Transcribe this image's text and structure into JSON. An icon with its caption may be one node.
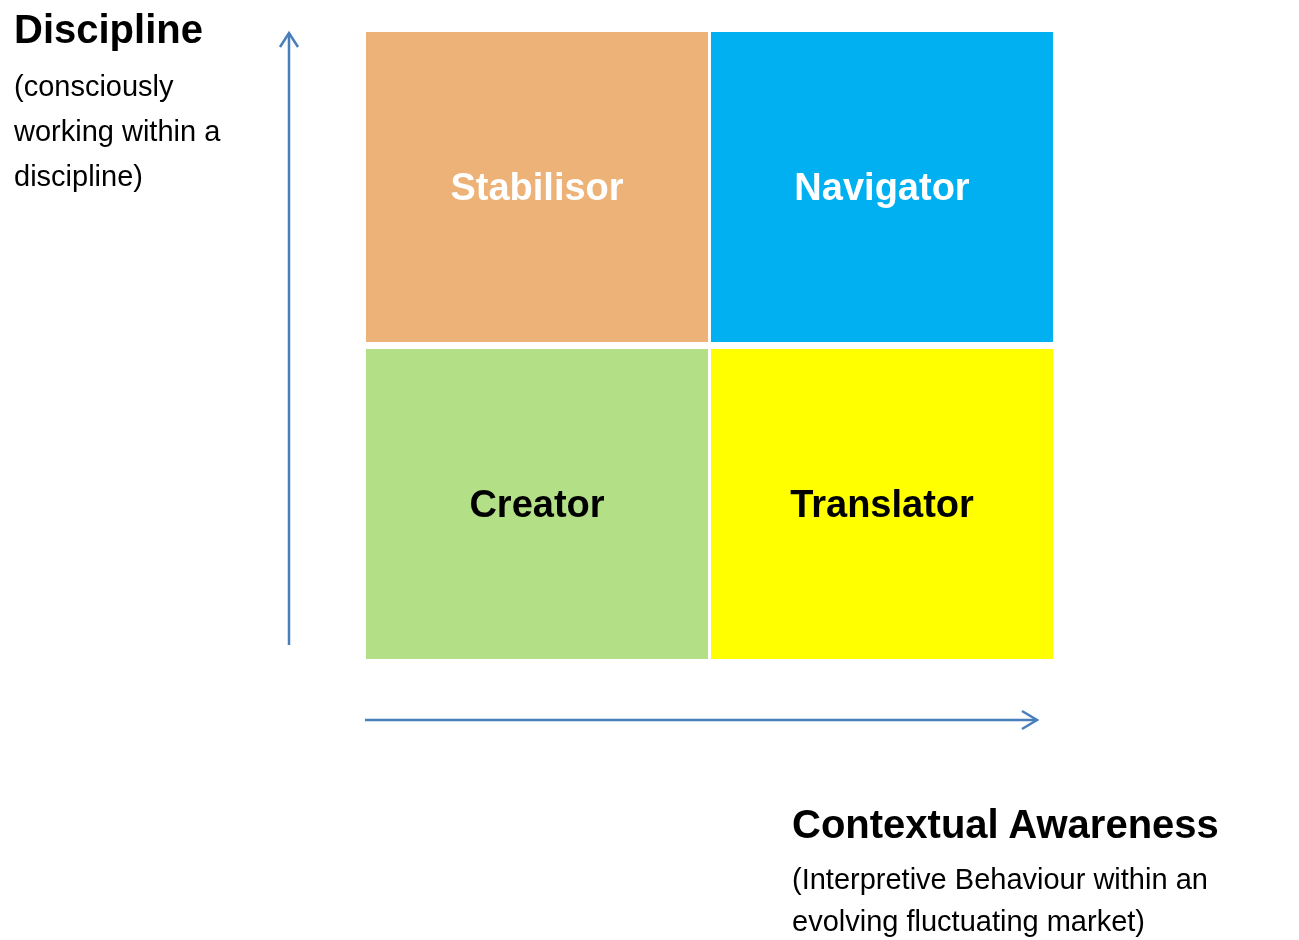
{
  "diagram": {
    "nodes": [
      {
        "text": [
          "Stabilisor"
        ]
      },
      {
        "text": [
          "Navigator"
        ]
      },
      {
        "text": [
          "Creator"
        ]
      },
      {
        "text": [
          "Translator"
        ]
      }
    ],
    "labels": [
      "Discipline",
      "(consciously working within a discipline)",
      "Contextual Awareness",
      "(Interpretive Behaviour within an evolving fluctuating market)"
    ]
  }
}
